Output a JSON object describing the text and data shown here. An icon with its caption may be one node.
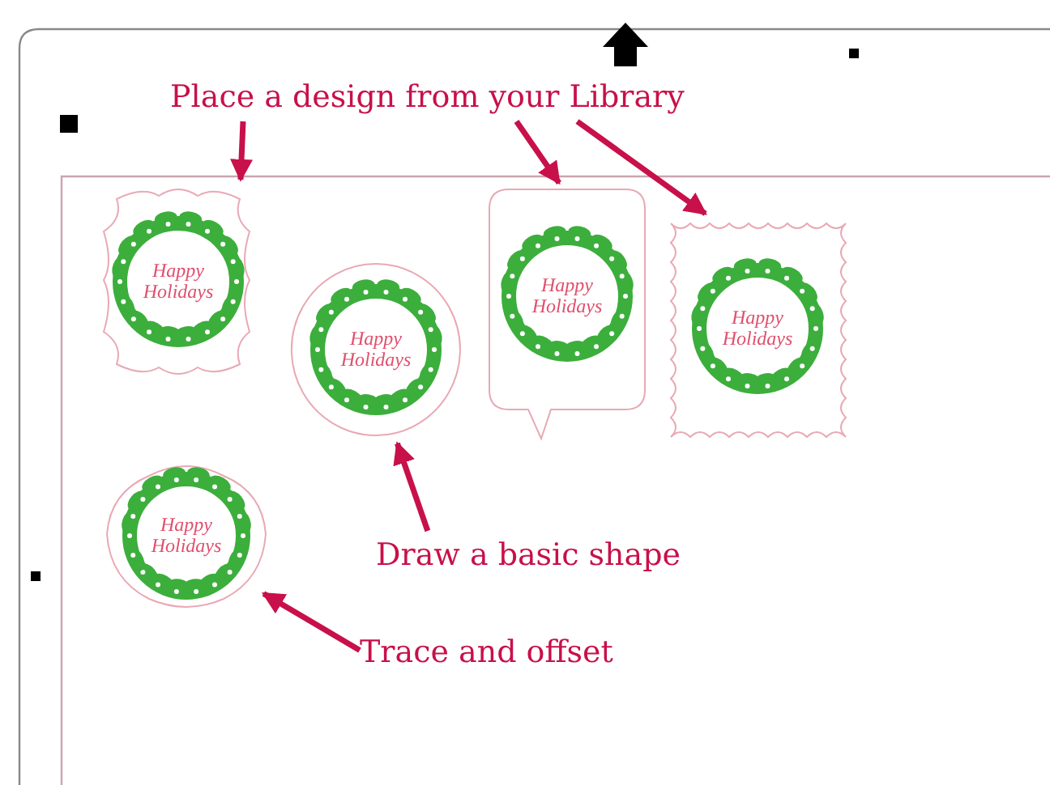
{
  "diagram": {
    "nodes": [
      {
        "text": [
          "Place a design from your Library"
        ]
      },
      {
        "text": [
          "Happy Holidays"
        ]
      },
      {
        "text": [
          "Happy Holidays"
        ]
      },
      {
        "text": [
          "Happy Holidays"
        ]
      },
      {
        "text": [
          "Happy Holidays"
        ]
      },
      {
        "text": [
          "Happy Holidays"
        ]
      },
      {
        "text": [
          "Draw a basic shape"
        ]
      },
      {
        "text": [
          "Trace and offset"
        ]
      }
    ],
    "edges": [
      {
        "from": 0,
        "to": 1,
        "arrow": "to"
      },
      {
        "from": 0,
        "to": 3,
        "arrow": "to"
      },
      {
        "from": 0,
        "to": 4,
        "arrow": "to"
      },
      {
        "from": 6,
        "to": 2,
        "arrow": "to"
      },
      {
        "from": 7,
        "to": 5,
        "arrow": "to"
      }
    ]
  }
}
